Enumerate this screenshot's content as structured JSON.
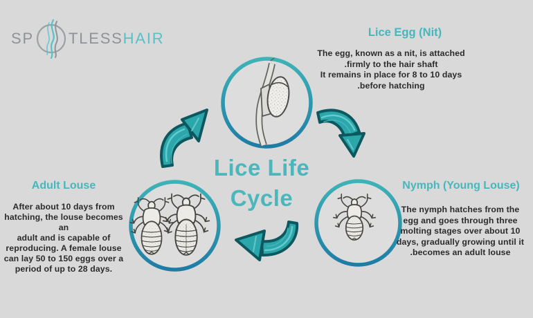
{
  "page": {
    "title_line1": "Lice Life",
    "title_line2": "Cycle",
    "background_color": "#d9d9d9",
    "accent_color": "#45b7bd",
    "circle_border_top_color": "#3eb3b7",
    "circle_border_bottom_color": "#1e7ca5",
    "arrow_fill_color": "#2ba7ac",
    "arrow_outline_color": "#0d575f"
  },
  "logo": {
    "part1": "SP",
    "part2": "TLESS",
    "part3": "HAIR",
    "icon": "hair-strand-circle-icon",
    "text_color": "#8d9396",
    "accent_color": "#56c1c7"
  },
  "stages": {
    "egg": {
      "title": "Lice Egg (Nit)",
      "description": "The egg, known as a nit, is attached\n.firmly to the hair shaft\nIt remains in place for 8 to 10 days\n.before hatching",
      "illustration": "nit-on-hair-shaft-illustration"
    },
    "nymph": {
      "title": "Nymph (Young Louse)",
      "description": "The nymph hatches from the\negg and goes through three\nmolting stages over about 10\ndays, gradually growing until it\n.becomes an adult louse",
      "illustration": "nymph-louse-illustration"
    },
    "adult": {
      "title": "Adult Louse",
      "description": "After about 10 days from\nhatching, the louse becomes an\nadult and is capable of\nreproducing. A female louse\ncan lay 50 to 150 eggs over a\nperiod of up to 28 days.",
      "illustration": "two-adult-lice-illustration"
    }
  },
  "arrows": [
    "arrow-adult-to-egg",
    "arrow-egg-to-nymph",
    "arrow-nymph-to-adult"
  ]
}
